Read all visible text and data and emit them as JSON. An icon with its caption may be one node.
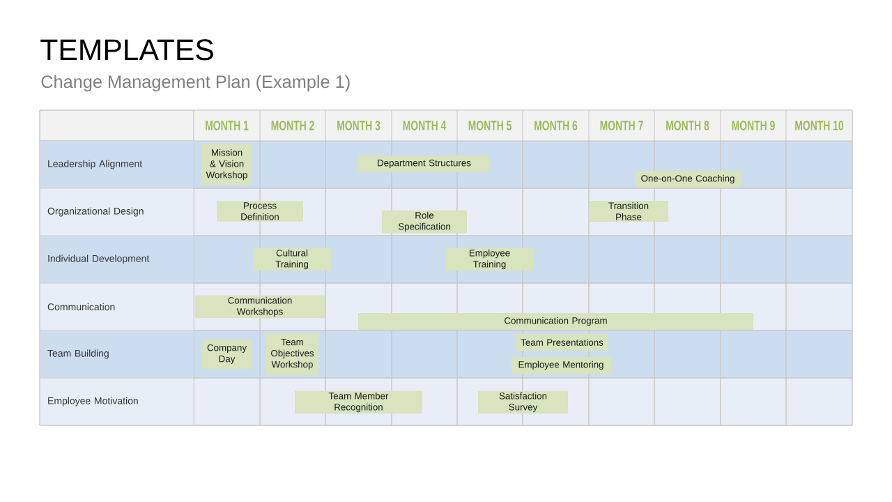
{
  "diagram": {
    "title": "TEMPLATES",
    "nodes": [
      {
        "text": [
          "Mission & Vision Workshop"
        ]
      },
      {
        "text": [
          "Department Structures"
        ]
      },
      {
        "text": [
          "One-on-One Coaching"
        ]
      },
      {
        "text": [
          "Process Definition"
        ]
      },
      {
        "text": [
          "Role Specification"
        ]
      },
      {
        "text": [
          "Transition Phase"
        ]
      },
      {
        "text": [
          "Cultural Training"
        ]
      },
      {
        "text": [
          "Employee Training"
        ]
      },
      {
        "text": [
          "Communication Workshops"
        ]
      },
      {
        "text": [
          "Communication Program"
        ]
      },
      {
        "text": [
          "Company Day"
        ]
      },
      {
        "text": [
          "Team Objectives Workshop"
        ]
      },
      {
        "text": [
          "Team Presentations"
        ]
      },
      {
        "text": [
          "Employee Mentoring"
        ]
      },
      {
        "text": [
          "Team Member Recognition"
        ]
      },
      {
        "text": [
          "Satisfaction Survey"
        ]
      }
    ],
    "labels": [
      "Change Management Plan (Example 1)",
      "MONTH 1",
      "MONTH 2",
      "MONTH 3",
      "MONTH 4",
      "MONTH 5",
      "MONTH 6",
      "MONTH 7",
      "MONTH 8",
      "MONTH 9",
      "MONTH 10",
      "Leadership Alignment",
      "Organizational Design",
      "Individual Development",
      "Communication",
      "Team Building",
      "Employee Motivation"
    ]
  }
}
